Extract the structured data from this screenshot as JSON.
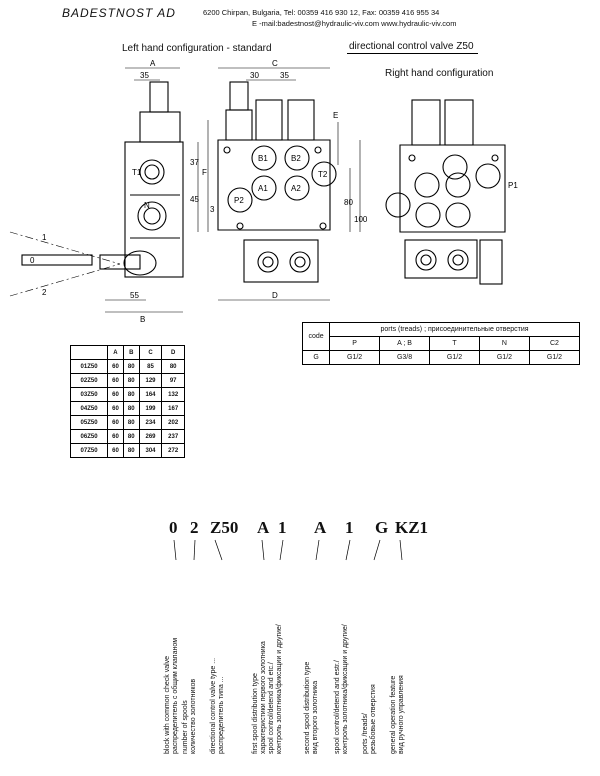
{
  "header": {
    "company": "BADESTNOST AD",
    "address": "6200 Chirpan, Bulgaria, Tel: 00359 416 930 12, Fax: 00359 416 955 34",
    "contacts": "E -mail:badestnost@hydraulic-viv.com www.hydraulic-viv.com"
  },
  "titles": {
    "left_config": "Left hand configuration - standard",
    "product": "directional control valve Z50",
    "right_config": "Right hand configuration"
  },
  "drawing_labels": {
    "dims": [
      "A",
      "35",
      "30",
      "35",
      "C",
      "E",
      "37",
      "F",
      "45",
      "3",
      "80",
      "100",
      "55",
      "B",
      "D"
    ],
    "ports": [
      "B1",
      "B2",
      "A1",
      "A2",
      "P2",
      "T2",
      "T1",
      "N",
      "P1",
      "0",
      "1",
      "2"
    ]
  },
  "ports_table": {
    "code_header": "code",
    "title": "ports (treads) ; присоединительные отверстия",
    "columns": [
      "P",
      "A ; B",
      "T",
      "N",
      "C2"
    ],
    "rows": [
      {
        "code": "G",
        "values": [
          "G1/2",
          "G3/8",
          "G1/2",
          "G1/2",
          "G1/2"
        ]
      }
    ]
  },
  "dims_table": {
    "columns": [
      "",
      "A",
      "B",
      "C",
      "D"
    ],
    "rows": [
      [
        "01Z50",
        "60",
        "80",
        "85",
        "80"
      ],
      [
        "02Z50",
        "60",
        "80",
        "129",
        "97"
      ],
      [
        "03Z50",
        "60",
        "80",
        "164",
        "132"
      ],
      [
        "04Z50",
        "60",
        "80",
        "199",
        "167"
      ],
      [
        "05Z50",
        "60",
        "80",
        "234",
        "202"
      ],
      [
        "06Z50",
        "60",
        "80",
        "269",
        "237"
      ],
      [
        "07Z50",
        "60",
        "80",
        "304",
        "272"
      ]
    ]
  },
  "order_code": {
    "parts": [
      "0",
      "2",
      "Z50",
      "A",
      "1",
      "A",
      "1",
      "G",
      "KZ1"
    ],
    "legends": [
      [
        "block with common check valve",
        "распределитель с общим клапаном"
      ],
      [
        "number of spools",
        "количество золотников"
      ],
      [
        "directional control valve type ...",
        "распределитель типа ..."
      ],
      [
        "first spool distribution type",
        "характеристики первого золотника"
      ],
      [
        "spool control/detend and etc./",
        "контроль золотника/фиксации и другие/"
      ],
      [
        "second spool distribution type",
        "вид второго золотника"
      ],
      [
        "spool control/detend and estr./",
        "контроль золотника/фиксации и другие/"
      ],
      [
        "ports /treads/",
        "резьбовые отверстия"
      ],
      [
        "general operation feature",
        "вид ручного управления"
      ]
    ]
  }
}
